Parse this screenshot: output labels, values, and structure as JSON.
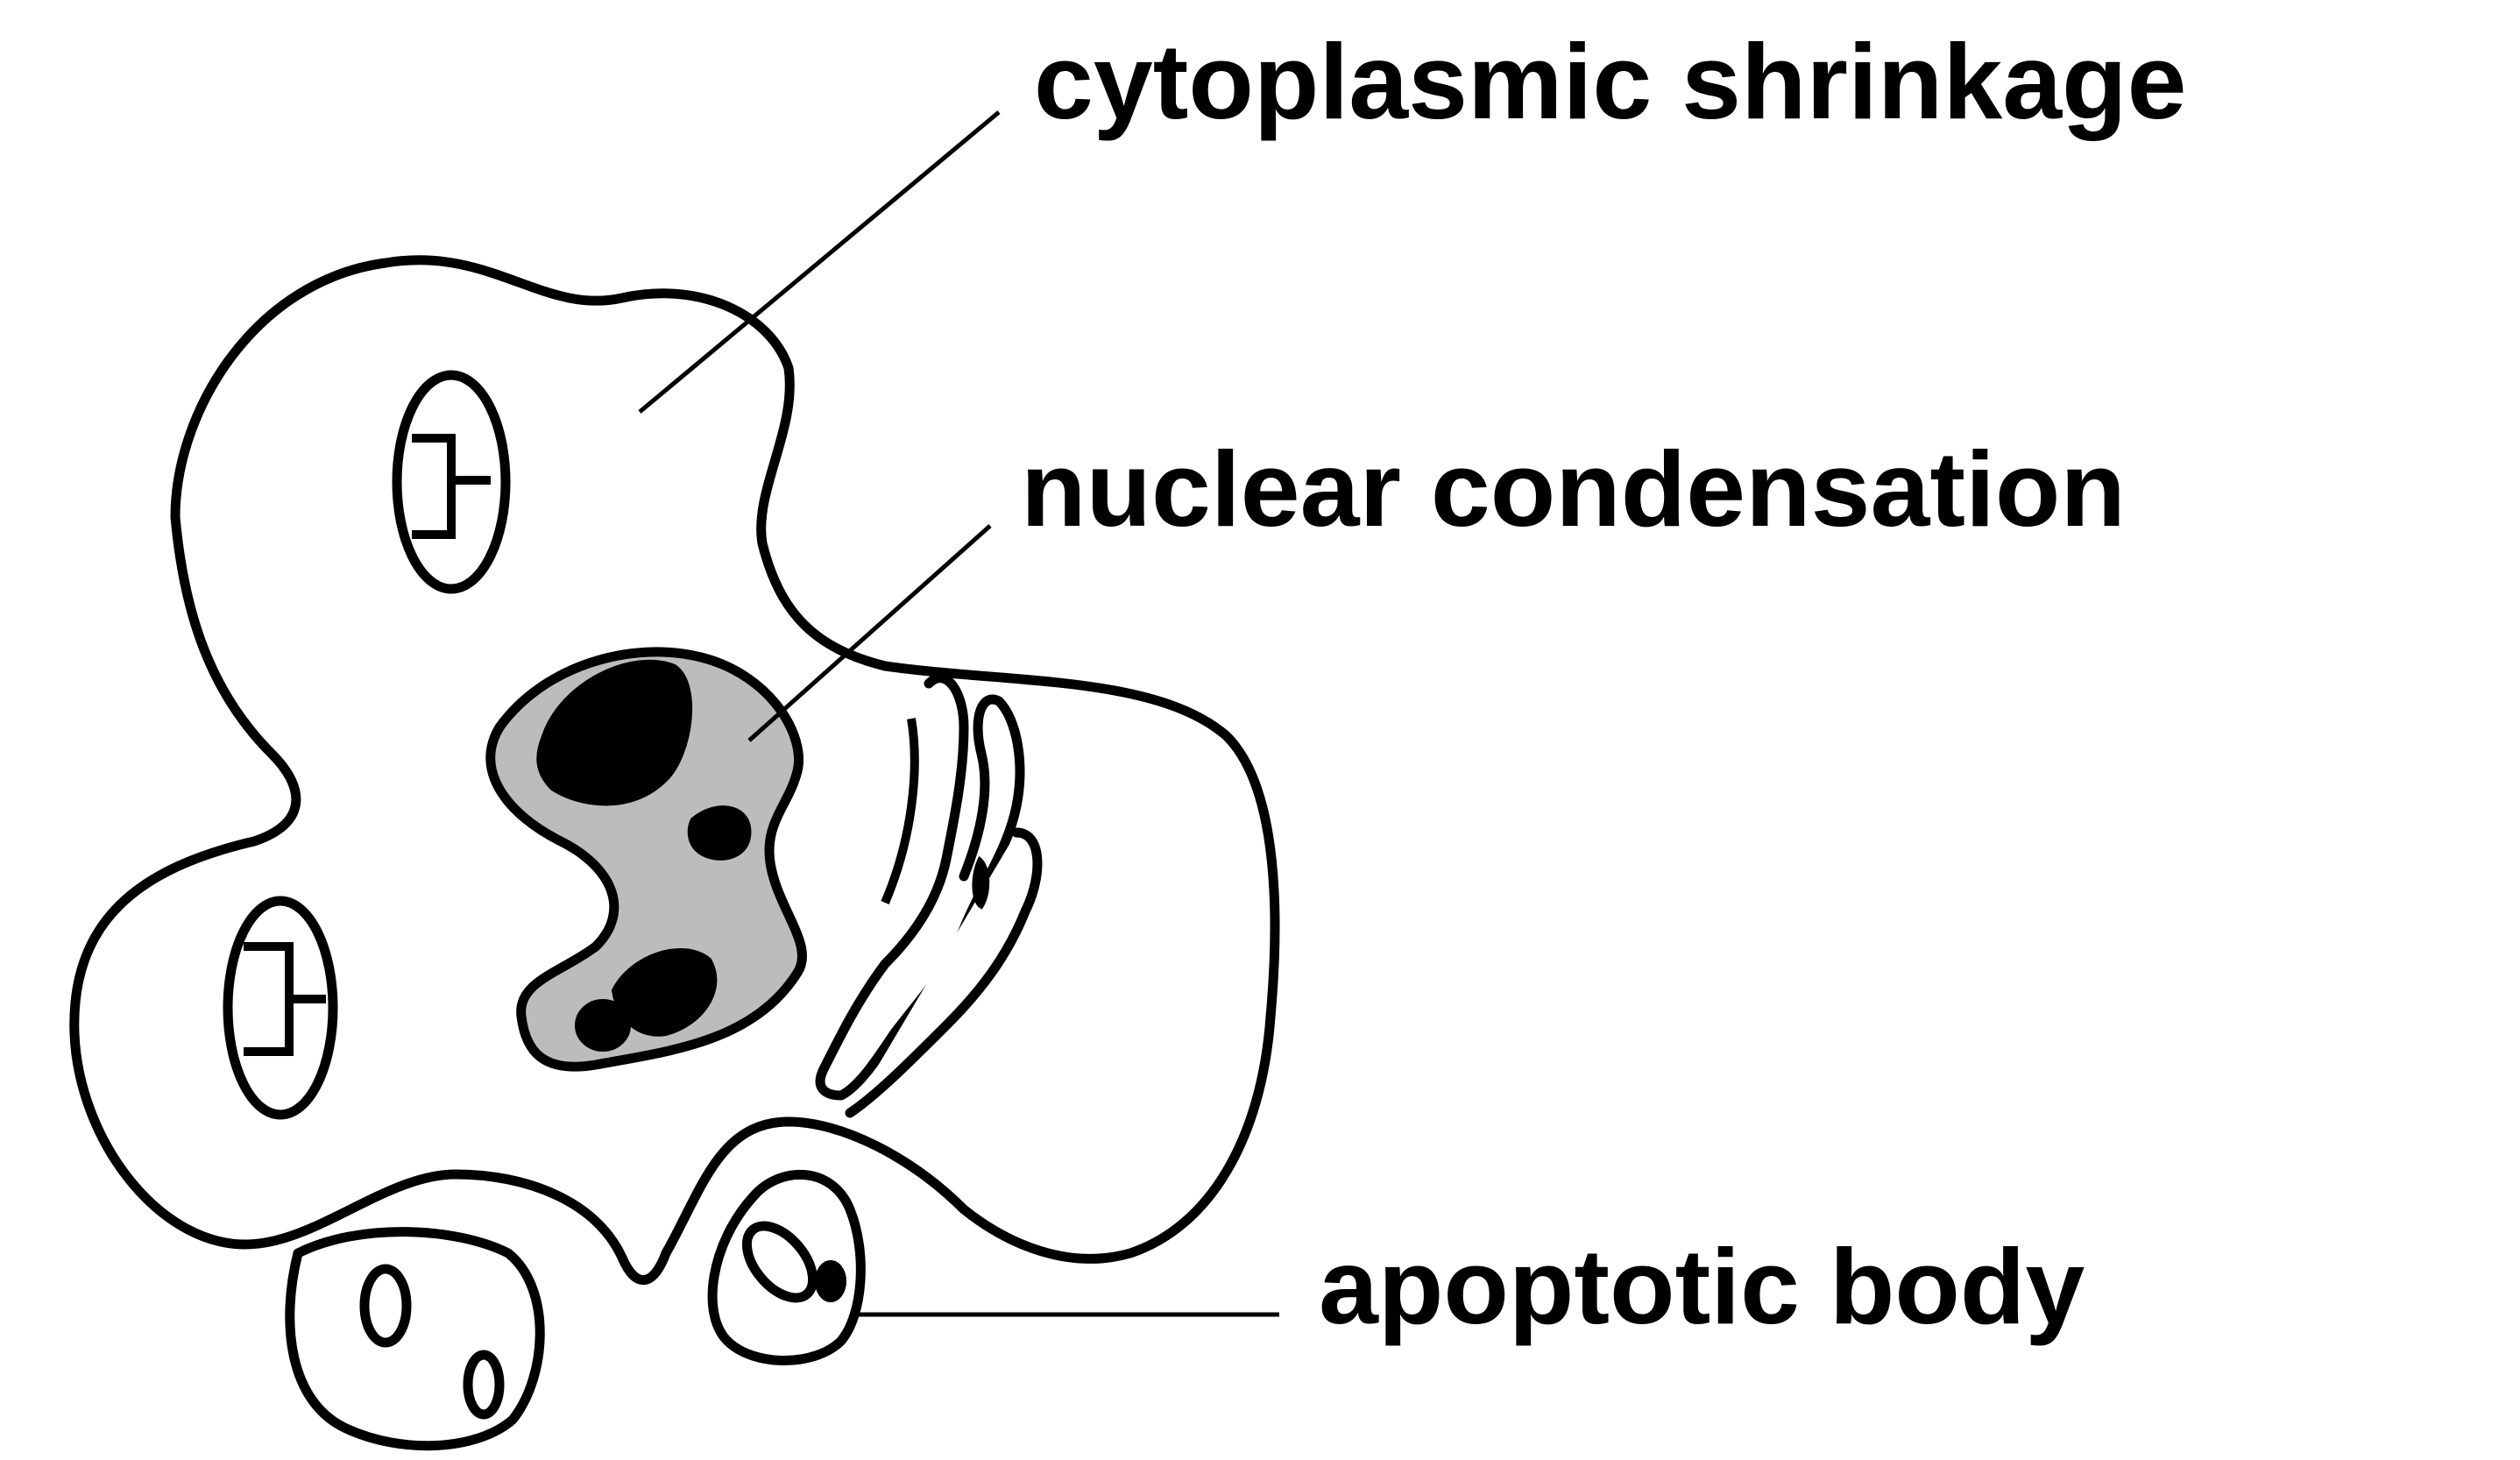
{
  "figure": {
    "labels": {
      "cytoplasmic_shrinkage": "cytoplasmic shrinkage",
      "nuclear_condensation": "nuclear condensation",
      "apoptotic_body": "apoptotic body"
    },
    "colors": {
      "background": "#ffffff",
      "outline": "#000000",
      "nucleus_fill": "#bcbcbc",
      "chromatin": "#000000"
    }
  }
}
